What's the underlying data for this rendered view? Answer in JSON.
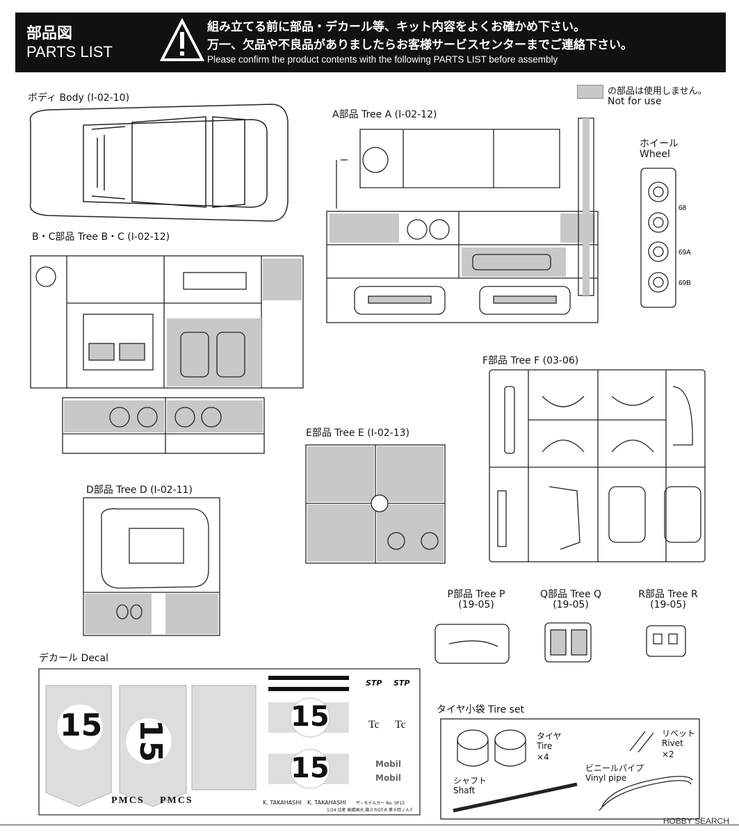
{
  "header": {
    "title_jp": "部品図",
    "title_en": "PARTS LIST",
    "warning_icon": "warning-triangle-icon",
    "line1": "組み立てる前に部品・デカール等、キット内容をよくお確かめ下さい。",
    "line2": "万一、欠品や不良品がありましたらお客様サービスセンターまでご連絡下さい。",
    "line3": "Please confirm the product contents with the following PARTS LIST before assembly"
  },
  "legend": {
    "swatch_color": "#c8c8c8",
    "jp": "の部品は使用しません。",
    "en": "Not for use"
  },
  "sections": {
    "body": "ボディ Body (I-02-10)",
    "tree_a": "A部品 Tree A (I-02-12)",
    "wheel_jp": "ホイール",
    "wheel_en": "Wheel",
    "tree_bc": "B・C部品 Tree B・C (I-02-12)",
    "tree_f": "F部品 Tree F (03-06)",
    "tree_e": "E部品 Tree E (I-02-13)",
    "tree_d": "D部品 Tree D (I-02-11)",
    "tree_p": "P部品 Tree P",
    "tree_p_code": "(19-05)",
    "tree_q": "Q部品 Tree Q",
    "tree_q_code": "(19-05)",
    "tree_r": "R部品 Tree R",
    "tree_r_code": "(19-05)",
    "decal": "デカール Decal",
    "tire_set": "タイヤ小袋 Tire set"
  },
  "tire_set": {
    "tire_jp": "タイヤ",
    "tire_en": "Tire",
    "tire_qty": "×4",
    "rivet_jp": "リベット",
    "rivet_en": "Rivet",
    "rivet_qty": "×2",
    "vinyl_jp": "ビニールパイプ",
    "vinyl_en": "Vinyl pipe",
    "shaft_jp": "シャフト",
    "shaft_en": "Shaft"
  },
  "wheel_parts": [
    "68",
    "69A",
    "69B"
  ],
  "decal": {
    "race_number": "15",
    "sponsor_stp": "STP",
    "sponsor_mobil": "Mobil",
    "sponsor_tc": "Tc",
    "pmcs": "PMCS",
    "driver": "K. TAKAHASHI",
    "fine_print_1": "ザ☆モデルカー No. SP15",
    "fine_print_2": "1/24 日産 高橋国光 箱スカGT-R 第９回ＪＡＦ"
  },
  "watermark": "HOBBY SEARCH"
}
